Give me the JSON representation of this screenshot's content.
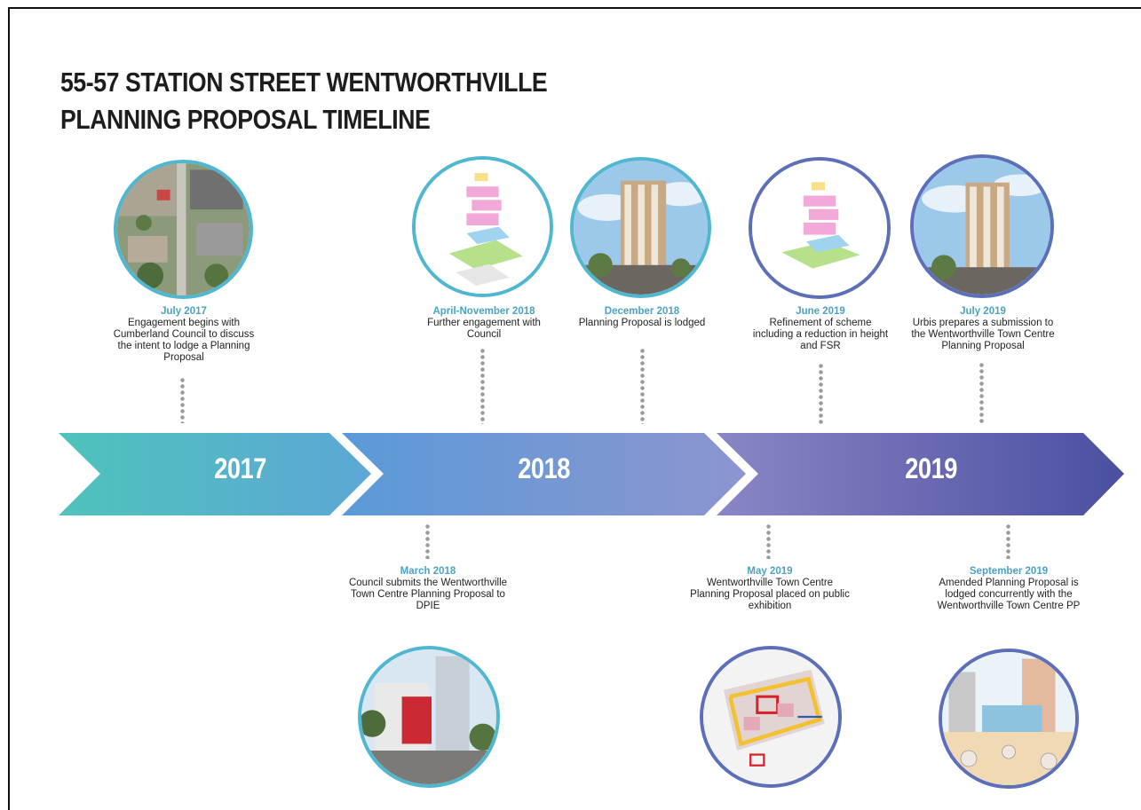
{
  "title": {
    "line1": "55-57 STATION STREET WENTWORTHVILLE",
    "line2": "PLANNING PROPOSAL TIMELINE"
  },
  "years": [
    "2017",
    "2018",
    "2019"
  ],
  "events_above": [
    {
      "when": "July  2017",
      "what": "Engagement begins with Cumberland Council to discuss the intent to lodge a Planning Proposal",
      "image": "aerial-photo"
    },
    {
      "when": "April-November 2018",
      "what": "Further engagement with Council",
      "image": "massing-diagram"
    },
    {
      "when": "December 2018",
      "what": "Planning Proposal is lodged",
      "image": "tower-render"
    },
    {
      "when": "June 2019",
      "what": "Refinement of scheme including a reduction in height and FSR",
      "image": "massing-diagram"
    },
    {
      "when": "July 2019",
      "what": "Urbis prepares a submission to the Wentworthville Town Centre Planning Proposal",
      "image": "tower-render"
    }
  ],
  "events_below": [
    {
      "when": "March 2018",
      "what": "Council submits the Wentworthville Town Centre Planning Proposal to DPIE",
      "image": "streetscape-render"
    },
    {
      "when": "May 2019",
      "what": "Wentworthville Town Centre Planning Proposal placed on public exhibition",
      "image": "site-plan"
    },
    {
      "when": "September 2019",
      "what": "Amended Planning Proposal is lodged concurrently with the Wentworthville Town Centre PP",
      "image": "plaza-sketch"
    }
  ],
  "colors": {
    "teal": "#4ec3bb",
    "blue": "#6f9fd6",
    "violet": "#8a86c6",
    "indigo": "#4a4fa0",
    "date_text": "#4ba3c3",
    "circle_border_teal": "#4fb7cf",
    "circle_border_indigo": "#5c6fb8",
    "dots": "#9a9a9a"
  }
}
